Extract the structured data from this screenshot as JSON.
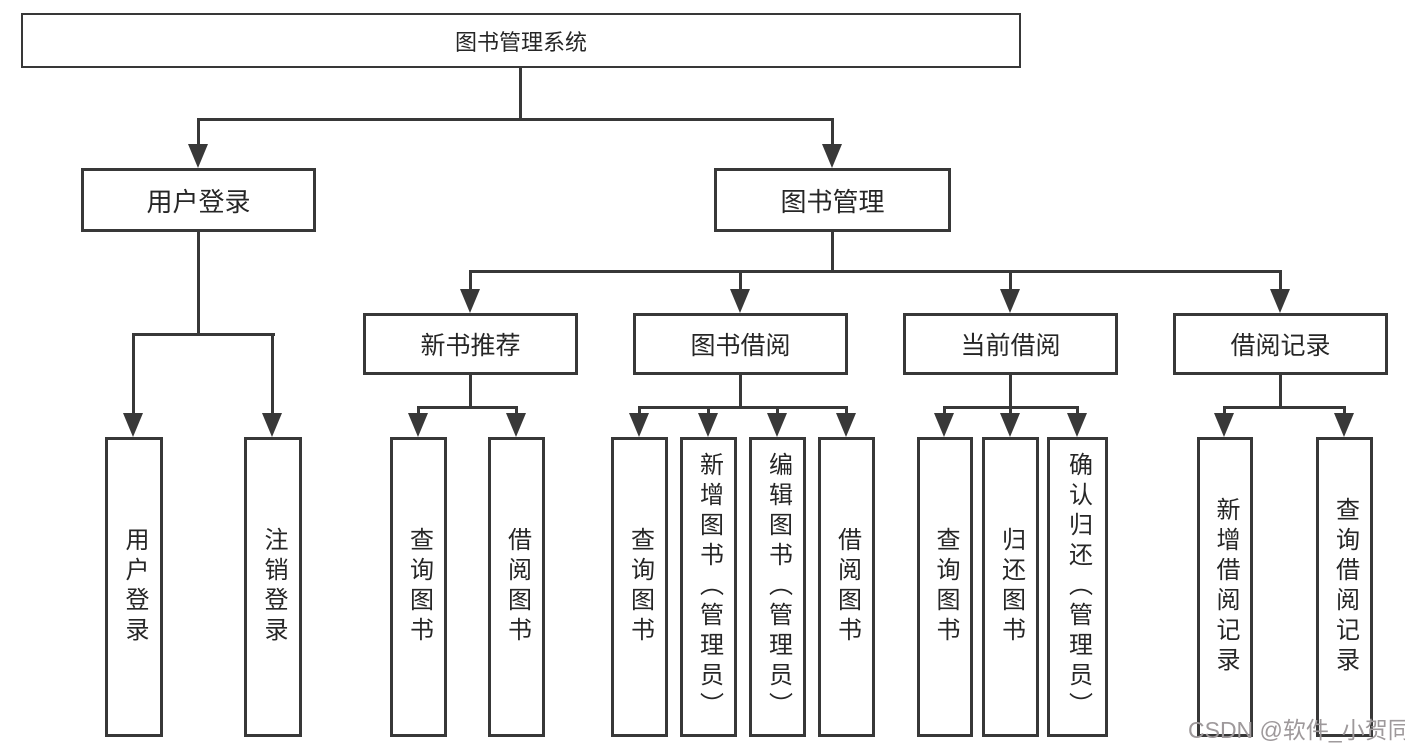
{
  "diagram": {
    "root": {
      "label": "图书管理系统"
    },
    "branches": [
      {
        "label": "用户登录",
        "leaves": [
          {
            "label": "用户登录"
          },
          {
            "label": "注销登录"
          }
        ]
      },
      {
        "label": "图书管理",
        "groups": [
          {
            "label": "新书推荐",
            "leaves": [
              {
                "label": "查询图书"
              },
              {
                "label": "借阅图书"
              }
            ]
          },
          {
            "label": "图书借阅",
            "leaves": [
              {
                "label": "查询图书"
              },
              {
                "label": "新增图书（管理员）"
              },
              {
                "label": "编辑图书（管理员）"
              },
              {
                "label": "借阅图书"
              }
            ]
          },
          {
            "label": "当前借阅",
            "leaves": [
              {
                "label": "查询图书"
              },
              {
                "label": "归还图书"
              },
              {
                "label": "确认归还（管理员）"
              }
            ]
          },
          {
            "label": "借阅记录",
            "leaves": [
              {
                "label": "新增借阅记录"
              },
              {
                "label": "查询借阅记录"
              }
            ]
          }
        ]
      }
    ]
  },
  "watermark": {
    "text": "CSDN @软件_小贺同学",
    "color": "#9e999b"
  },
  "colors": {
    "line": "#383838",
    "text": "#262626",
    "background": "#ffffff"
  }
}
